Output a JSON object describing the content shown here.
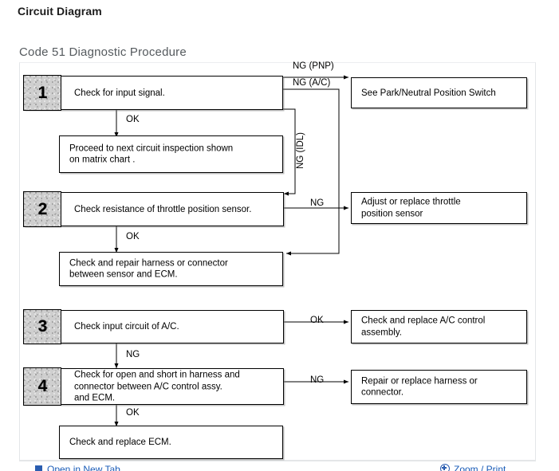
{
  "page": {
    "title": "Circuit Diagram",
    "section_title": "Code 51 Diagnostic Procedure"
  },
  "flowchart": {
    "steps": [
      {
        "number": "1",
        "text": "Check for input signal."
      },
      {
        "number": "2",
        "text": "Check resistance of throttle position sensor."
      },
      {
        "number": "3",
        "text": "Check input circuit of A/C."
      },
      {
        "number": "4",
        "text": "Check for open and short in harness and\nconnector between A/C control assy.\nand ECM."
      }
    ],
    "actions": [
      {
        "id": "proceed-next-circuit",
        "text": "Proceed to next circuit inspection shown\non matrix chart ."
      },
      {
        "id": "check-repair-harness-sensor-ecm",
        "text": "Check and repair harness or connector\nbetween sensor and ECM."
      },
      {
        "id": "see-park-neutral-switch",
        "text": "See Park/Neutral Position Switch"
      },
      {
        "id": "adjust-replace-tps",
        "text": "Adjust or replace throttle\nposition sensor"
      },
      {
        "id": "check-replace-ac-control",
        "text": "Check and replace A/C control\nassembly."
      },
      {
        "id": "repair-replace-harness",
        "text": "Repair or replace harness or\nconnector."
      },
      {
        "id": "check-replace-ecm",
        "text": "Check and replace ECM."
      }
    ],
    "labels": {
      "ng_pnp": "NG (PNP)",
      "ng_ac": "NG (A/C)",
      "ng_idl": "NG (IDL)",
      "ok_1": "OK",
      "ng_2": "NG",
      "ok_2": "OK",
      "ok_3": "OK",
      "ng_3": "NG",
      "ng_4": "NG",
      "ok_4": "OK"
    }
  },
  "footer": {
    "left_label": "Open in New Tab",
    "right_label": "Zoom / Print"
  },
  "colors": {
    "line": "#000000",
    "panel_border": "#e4e6e8",
    "link": "#1a5cb8",
    "badge_fill": "#cfcfcf"
  }
}
